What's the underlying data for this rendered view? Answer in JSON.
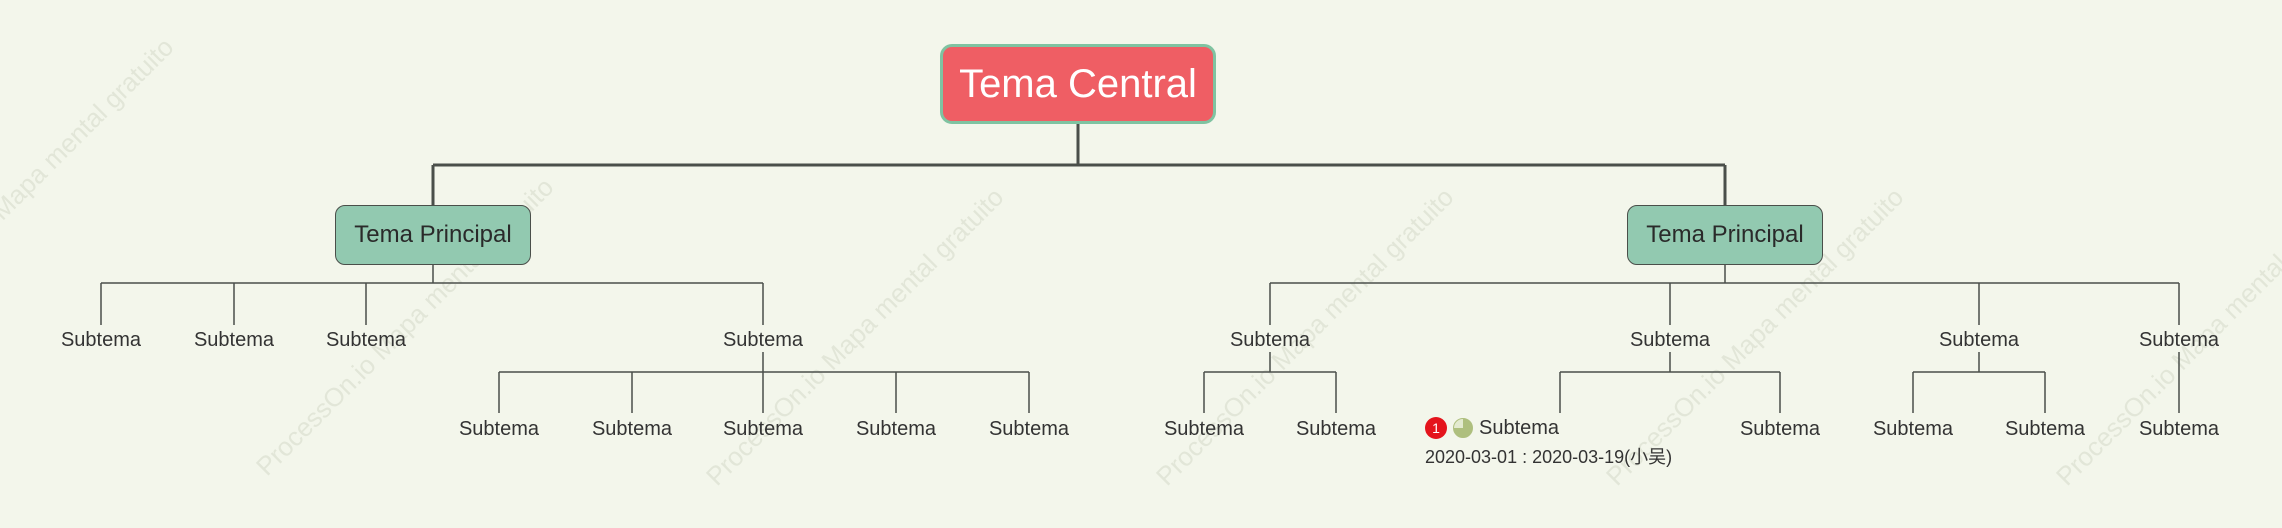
{
  "watermark_text": "ProcessOn.io Mapa mental gratuito",
  "central_topic": "Tema Central",
  "main_topics": [
    {
      "label": "Tema Principal"
    },
    {
      "label": "Tema Principal"
    }
  ],
  "subtopic_label": "Subtema",
  "task": {
    "priority": "1",
    "progress": 0.75,
    "date_range": "2020-03-01 : 2020-03-19(小吴)"
  },
  "colors": {
    "central_fill": "#ef5e64",
    "central_border": "#7fc3a1",
    "main_fill": "#92c9b0",
    "line": "#4a4f4a",
    "background": "#f3f6eb",
    "priority_badge": "#e4141c"
  },
  "icons": [
    "priority-1-icon",
    "progress-icon"
  ]
}
